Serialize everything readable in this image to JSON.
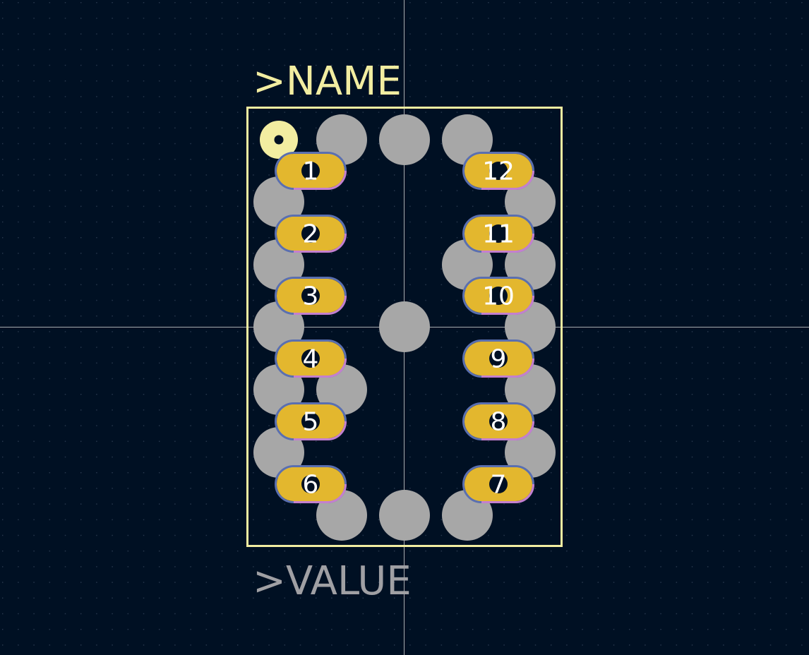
{
  "editor": {
    "name_text": ">NAME",
    "value_text": ">VALUE"
  },
  "colors": {
    "background": "#001023",
    "grid_dot": "#2a3a50",
    "crosshair": "#c8c8c8",
    "silkscreen": "#f2eda1",
    "value_text": "#a0a0a4",
    "pad_fill": "#e3b72e",
    "pad_outline_blue": "#5a6fb0",
    "pad_outline_pink": "#c47fcf",
    "hole_gray": "#a7a7a7",
    "pad_number": "#ffffff"
  },
  "pads": [
    {
      "number": "1",
      "side": "left"
    },
    {
      "number": "2",
      "side": "left"
    },
    {
      "number": "3",
      "side": "left"
    },
    {
      "number": "4",
      "side": "left"
    },
    {
      "number": "5",
      "side": "left"
    },
    {
      "number": "6",
      "side": "left"
    },
    {
      "number": "7",
      "side": "right"
    },
    {
      "number": "8",
      "side": "right"
    },
    {
      "number": "9",
      "side": "right"
    },
    {
      "number": "10",
      "side": "right"
    },
    {
      "number": "11",
      "side": "right"
    },
    {
      "number": "12",
      "side": "right"
    }
  ],
  "pin1_marker": "pin1-ring-icon"
}
